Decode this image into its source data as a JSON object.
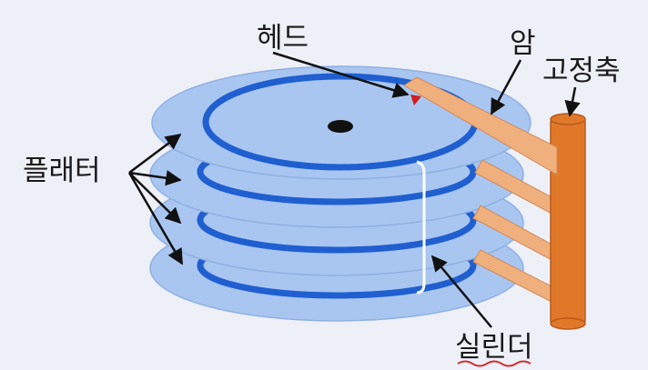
{
  "labels": {
    "head": "헤드",
    "arm": "암",
    "spindle": "고정축",
    "platter": "플래터",
    "cylinder": "실린더"
  },
  "colors": {
    "background": "#eef0f8",
    "platter_fill": "#a9c6f1",
    "platter_edge": "#8fb0e2",
    "track": "#1f5fd0",
    "arm_fill": "#f0b07e",
    "arm_edge": "#d08a55",
    "spindle_fill": "#e0782a",
    "spindle_edge": "#b85a18",
    "hub": "#111111",
    "head_marker": "#d21e1e",
    "bracket": "#ffffff",
    "underline": "#d03030"
  }
}
